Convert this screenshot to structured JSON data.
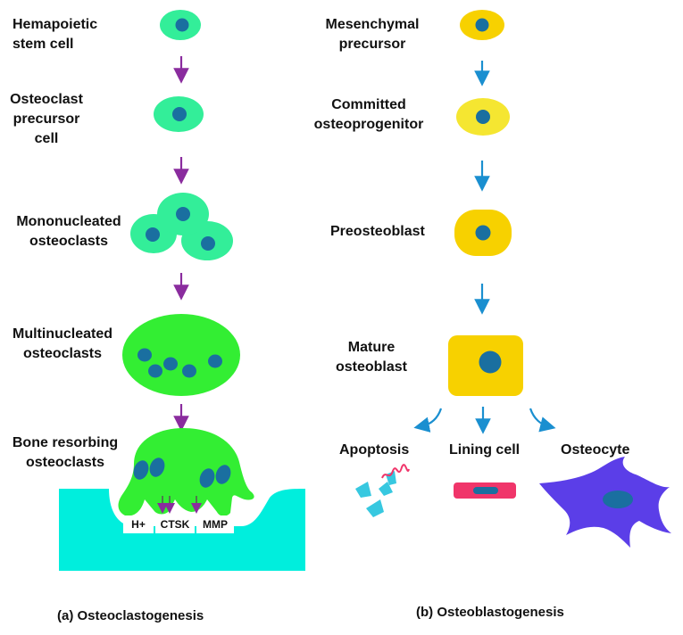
{
  "left": {
    "stages": [
      {
        "lines": [
          "Hemapoietic",
          "stem cell"
        ]
      },
      {
        "lines": [
          "Osteoclast",
          "precursor",
          "cell"
        ]
      },
      {
        "lines": [
          "Mononucleated",
          "osteoclasts"
        ]
      },
      {
        "lines": [
          "Multinucleated",
          "osteoclasts"
        ]
      },
      {
        "lines": [
          "Bone resorbing",
          "osteoclasts"
        ]
      }
    ],
    "secretions": [
      "H+",
      "CTSK",
      "MMP"
    ],
    "caption": "(a) Osteoclastogenesis"
  },
  "right": {
    "stages": [
      {
        "lines": [
          "Mesenchymal",
          "precursor"
        ]
      },
      {
        "lines": [
          "Committed",
          "osteoprogenitor"
        ]
      },
      {
        "lines": [
          "Preosteoblast"
        ]
      },
      {
        "lines": [
          "Mature",
          "osteoblast"
        ]
      }
    ],
    "fates": [
      "Apoptosis",
      "Lining cell",
      "Osteocyte"
    ],
    "caption": "(b) Osteoblastogenesis"
  },
  "colors": {
    "osteoclast_early": "#33ee99",
    "osteoclast_late": "#33ee33",
    "nucleus": "#1a6fa0",
    "bone": "#00eedd",
    "osteoblast_light": "#f5e631",
    "osteoblast": "#f7d100",
    "lining_cell": "#f0356a",
    "osteocyte": "#5b3ee8",
    "arrow_left": "#8a2c9e",
    "arrow_right": "#1a8fd0"
  }
}
